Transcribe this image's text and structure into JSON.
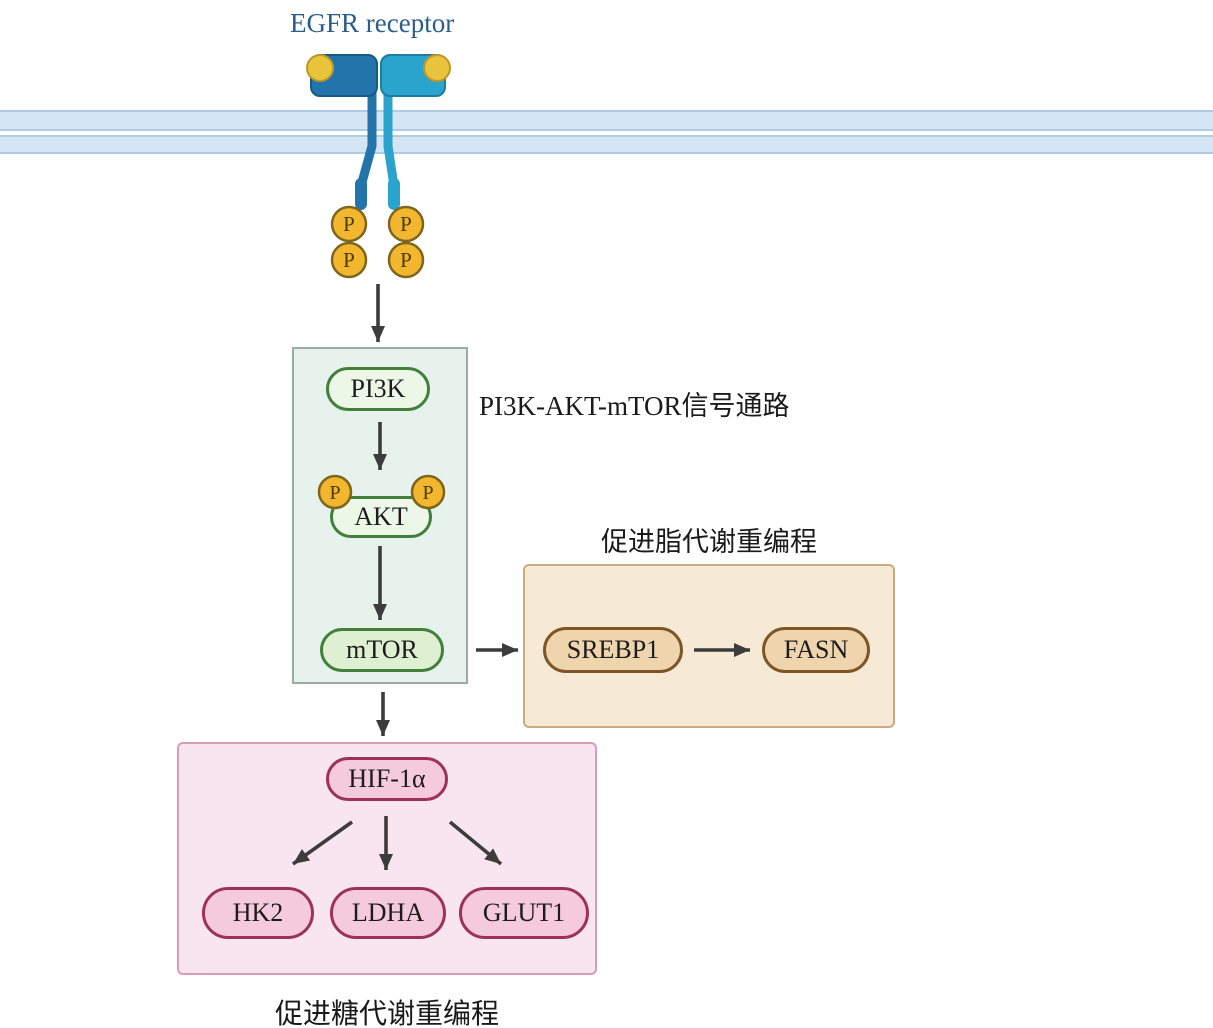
{
  "receptor": {
    "label": "EGFR receptor",
    "phospho_label": "P"
  },
  "pathway": {
    "label": "PI3K-AKT-mTOR信号通路",
    "pi3k": "PI3K",
    "akt": "AKT",
    "mtor": "mTOR"
  },
  "lipid": {
    "label": "促进脂代谢重编程",
    "srebp1": "SREBP1",
    "fasn": "FASN"
  },
  "glucose": {
    "label": "促进糖代谢重编程",
    "hif1a": "HIF-1α",
    "hk2": "HK2",
    "ldha": "LDHA",
    "glut1": "GLUT1"
  },
  "colors": {
    "membrane_fill": "#d4e5f3",
    "membrane_edge": "#b0cbe4",
    "receptor_dark_blue": "#2374aa",
    "receptor_light_blue": "#2ba4cd",
    "ligand_yellow": "#e9c33c",
    "phospho_yellow": "#f2b62f",
    "phospho_border": "#7d661d",
    "arrow_gray": "#3c3c3c",
    "pathway_box_fill": "#e8f2ec",
    "pathway_box_border": "#95ada3",
    "green_pill_fill": "#edf7e7",
    "green_pill_border": "#417f3b",
    "lipid_box_fill": "#f6e9d5",
    "lipid_box_border": "#cbaa7e",
    "tan_pill_fill": "#eed5ae",
    "tan_pill_border": "#7e5527",
    "glucose_box_fill": "#f8e5f0",
    "glucose_box_border": "#d99cba",
    "pink_pill_fill": "#f5cadd",
    "pink_pill_border": "#9c3159",
    "egfr_label_blue": "#2a5d8c"
  }
}
